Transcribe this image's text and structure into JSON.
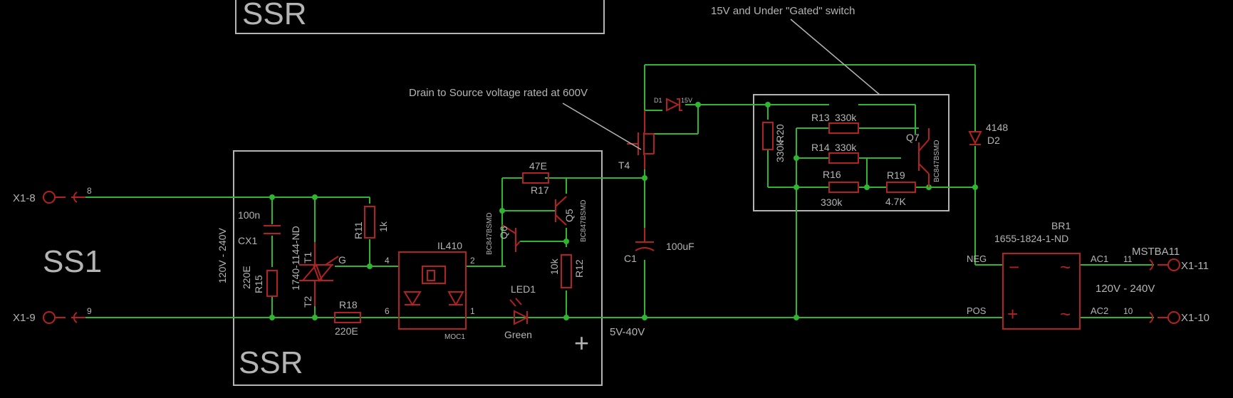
{
  "frames": {
    "top_label": "SSR",
    "main_label": "SSR",
    "sheet_label": "SS1"
  },
  "notes": {
    "gated_switch": "15V and Under \"Gated\" switch",
    "drain_source": "Drain to Source voltage rated at 600V",
    "supply_range": "5V-40V",
    "ac_range_left": "120V - 240V",
    "ac_range_right": "120V - 240V"
  },
  "connectors": {
    "x1_8": "X1-8",
    "x1_9": "X1-9",
    "x1_11": "X1-11",
    "x1_10": "X1-10",
    "pin_8": "8",
    "pin_9": "9",
    "pin_11": "11",
    "pin_10": "10",
    "mstba": "MSTBA11"
  },
  "components": {
    "cx1_value": "100n",
    "cx1_name": "CX1",
    "r15_value": "220E",
    "r15_name": "R15",
    "t1_part": "1740-1144-ND",
    "t1_name": "T1",
    "t2_name": "T2",
    "gate": "G",
    "r11_name": "R11",
    "r11_value": "1k",
    "r18_name": "R18",
    "r18_value": "220E",
    "opto_name": "IL410",
    "opto_pkg": "MOC1",
    "opto_pin4": "4",
    "opto_pin6": "6",
    "opto_pin2": "2",
    "opto_pin1": "1",
    "led_name": "LED1",
    "led_value": "Green",
    "r17_value": "47E",
    "r17_name": "R17",
    "q5_name": "Q5",
    "q5_part": "BC847BSMD",
    "q6_name": "Q6",
    "q6_part": "BC847BSMD",
    "r12_value": "10k",
    "r12_name": "R12",
    "t4_name": "T4",
    "d1_name": "D1",
    "d1_value": "15V",
    "c1_name": "C1",
    "c1_value": "100uF",
    "r20_name": "R20",
    "r20_value": "330k",
    "r13_name": "R13",
    "r13_value": "330k",
    "r14_name": "R14",
    "r14_value": "330k",
    "r16_name": "R16",
    "r16_value": "330k",
    "r19_name": "R19",
    "r19_value": "4.7K",
    "q7_name": "Q7",
    "q7_part": "BC847BSMD",
    "d2_value": "4148",
    "d2_name": "D2",
    "br1_name": "BR1",
    "br1_part": "1655-1824-1-ND",
    "neg": "NEG",
    "pos": "POS",
    "ac1": "AC1",
    "ac2": "AC2",
    "minus_sym": "−",
    "plus_sym": "+",
    "tilde_sym": "~"
  },
  "colors": {
    "background": "#000000",
    "wire": "#2fb52f",
    "component": "#b22222",
    "frame": "#b4b4b4",
    "text": "#b4b4b4"
  }
}
